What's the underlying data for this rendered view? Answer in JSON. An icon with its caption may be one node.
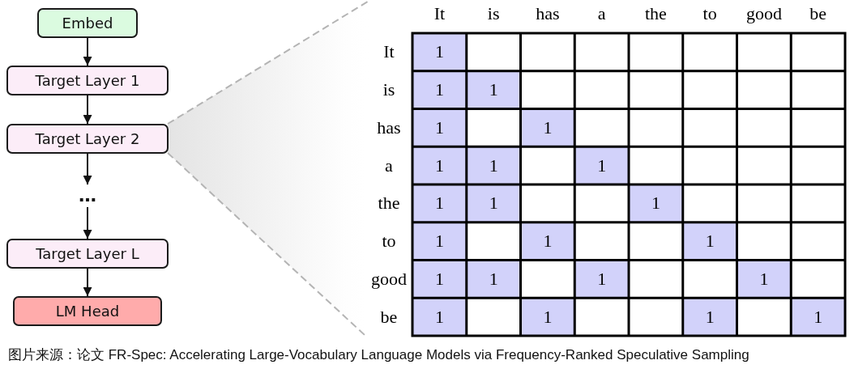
{
  "diagram": {
    "caption": "图片来源：论文 FR-Spec: Accelerating Large-Vocabulary Language Models via Frequency-Ranked Speculative Sampling",
    "nodes": [
      {
        "text": [
          "Embed"
        ]
      },
      {
        "text": [
          "Target Layer 1"
        ]
      },
      {
        "text": [
          "Target Layer 2"
        ]
      },
      {
        "text": [
          "…"
        ]
      },
      {
        "text": [
          "Target Layer L"
        ]
      },
      {
        "text": [
          "LM Head"
        ]
      }
    ],
    "edges": [
      {
        "from": 0,
        "to": 1,
        "arrow": "to"
      },
      {
        "from": 1,
        "to": 2,
        "arrow": "to"
      },
      {
        "from": 2,
        "to": 3,
        "arrow": "to"
      },
      {
        "from": 3,
        "to": 4,
        "arrow": "to"
      },
      {
        "from": 4,
        "to": 5,
        "arrow": "to"
      }
    ],
    "labels": [
      "It",
      "is",
      "has",
      "a",
      "the",
      "to",
      "good",
      "be",
      "It",
      "1",
      "is",
      "1",
      "1",
      "has",
      "1",
      "1",
      "a",
      "1",
      "1",
      "1",
      "the",
      "1",
      "1",
      "1",
      "to",
      "1",
      "1",
      "1",
      "good",
      "1",
      "1",
      "1",
      "1",
      "be",
      "1",
      "1",
      "1",
      "1"
    ]
  }
}
